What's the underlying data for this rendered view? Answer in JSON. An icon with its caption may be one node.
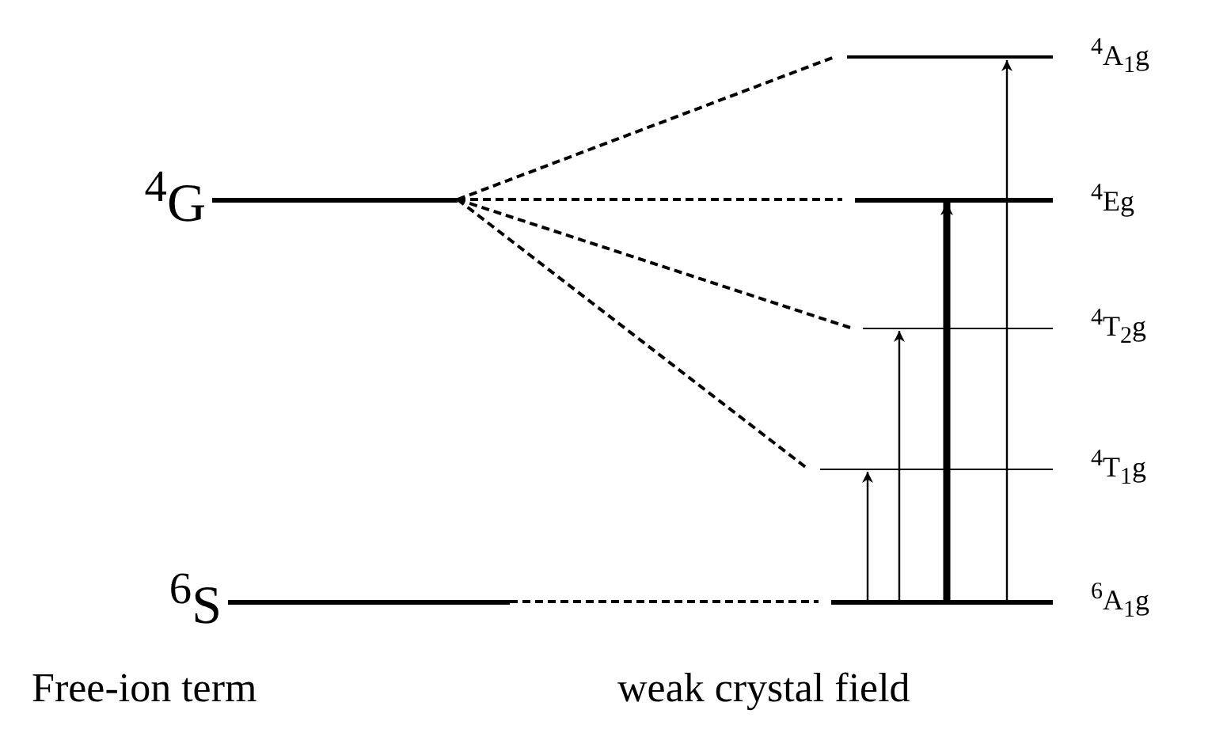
{
  "diagram": {
    "nodes": [
      {
        "text": [
          "$^{4}$G"
        ]
      },
      {
        "text": [
          "$^{6}$S"
        ]
      },
      {
        "text": [
          "$^{4}$A$_{1}$g"
        ]
      },
      {
        "text": [
          "$^{4}$Eg"
        ]
      },
      {
        "text": [
          "$^{4}$T$_{2}$g"
        ]
      },
      {
        "text": [
          "$^{4}$T$_{1}$g"
        ]
      },
      {
        "text": [
          "$^{6}$A$_{1}$g"
        ]
      }
    ],
    "edges": [
      {
        "from": 0,
        "to": 2,
        "arrow": "none",
        "style": "dashed"
      },
      {
        "from": 0,
        "to": 3,
        "arrow": "none",
        "style": "dashed"
      },
      {
        "from": 0,
        "to": 4,
        "arrow": "none",
        "style": "dashed"
      },
      {
        "from": 0,
        "to": 5,
        "arrow": "none",
        "style": "dashed"
      },
      {
        "from": 1,
        "to": 6,
        "arrow": "none",
        "style": "dashed"
      },
      {
        "from": 6,
        "to": 5,
        "arrow": "to"
      },
      {
        "from": 6,
        "to": 4,
        "arrow": "to"
      },
      {
        "from": 6,
        "to": 3,
        "arrow": "to",
        "style": "thick"
      },
      {
        "from": 6,
        "to": 2,
        "arrow": "to"
      }
    ],
    "labels": [
      "Free-ion term",
      "weak crystal field"
    ]
  }
}
